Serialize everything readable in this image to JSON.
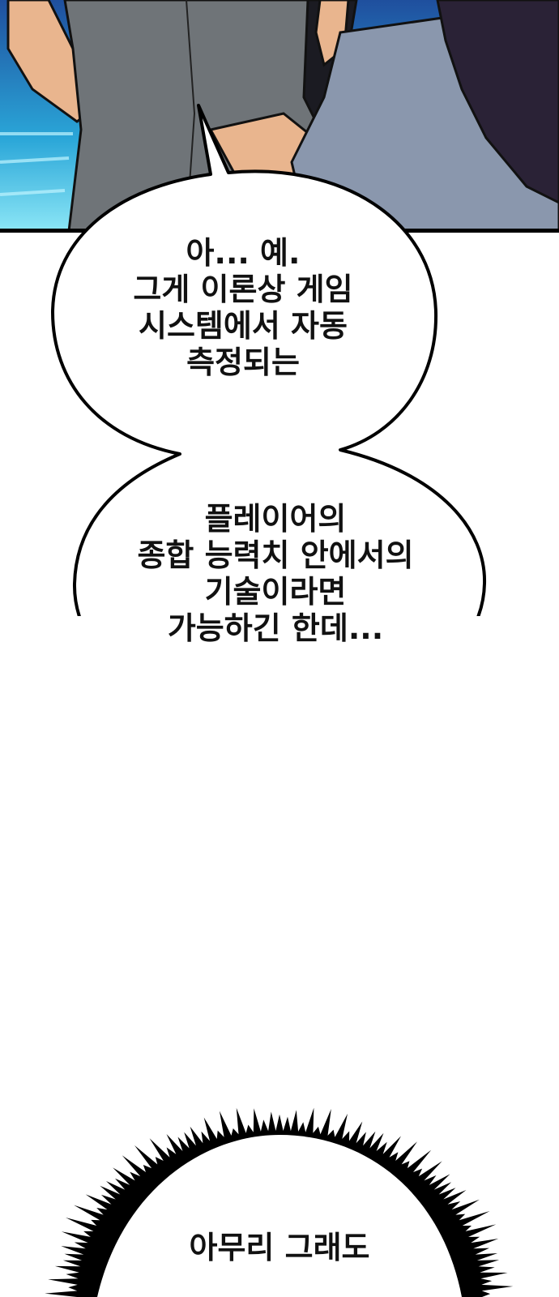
{
  "panel": {
    "border_color": "#000000",
    "sky_color": "#39c6e6",
    "shirt_color": "#6f7478",
    "skin_color": "#e9b58e"
  },
  "bubble1": {
    "lines": [
      "아... 예.",
      "그게 이론상 게임",
      "시스템에서 자동",
      "측정되는"
    ]
  },
  "bubble2": {
    "lines": [
      "플레이어의",
      "종합 능력치 안에서의",
      "기술이라면",
      "가능하긴 한데..."
    ]
  },
  "bubble3": {
    "lines": [
      "아무리 그래도"
    ]
  }
}
